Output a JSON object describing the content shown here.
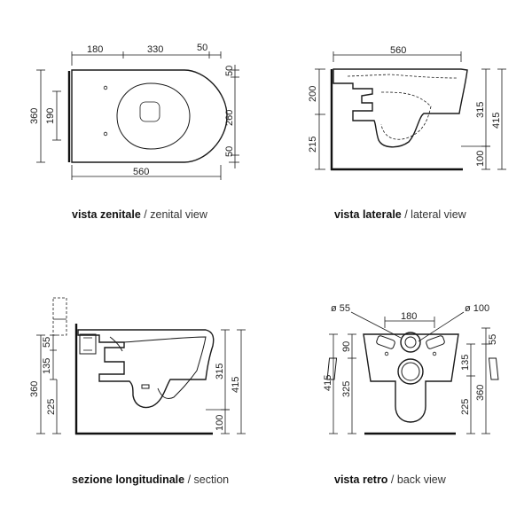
{
  "views": {
    "top": {
      "caption_bold": "vista zenitale",
      "caption_light": " / zenital view",
      "dims": {
        "w180": "180",
        "w330": "330",
        "w50": "50",
        "total560": "560",
        "h360": "360",
        "h190": "190",
        "h50a": "50",
        "h260": "260",
        "h50b": "50"
      }
    },
    "lateral": {
      "caption_bold": "vista laterale",
      "caption_light": " / lateral view",
      "dims": {
        "total560": "560",
        "h200": "200",
        "h215": "215",
        "h315": "315",
        "h415": "415",
        "h100": "100"
      }
    },
    "section": {
      "caption_bold": "sezione longitudinale",
      "caption_light": " / section",
      "dims": {
        "h55": "55",
        "h135": "135",
        "h360": "360",
        "h225": "225",
        "h315": "315",
        "h415": "415",
        "h100": "100"
      }
    },
    "back": {
      "caption_bold": "vista retro",
      "caption_light": " / back view",
      "dims": {
        "d55": "ø 55",
        "d100": "ø 100",
        "w180": "180",
        "h90": "90",
        "h415": "415",
        "h325": "325",
        "h55": "55",
        "h135": "135",
        "h225": "225",
        "h360": "360"
      }
    }
  }
}
